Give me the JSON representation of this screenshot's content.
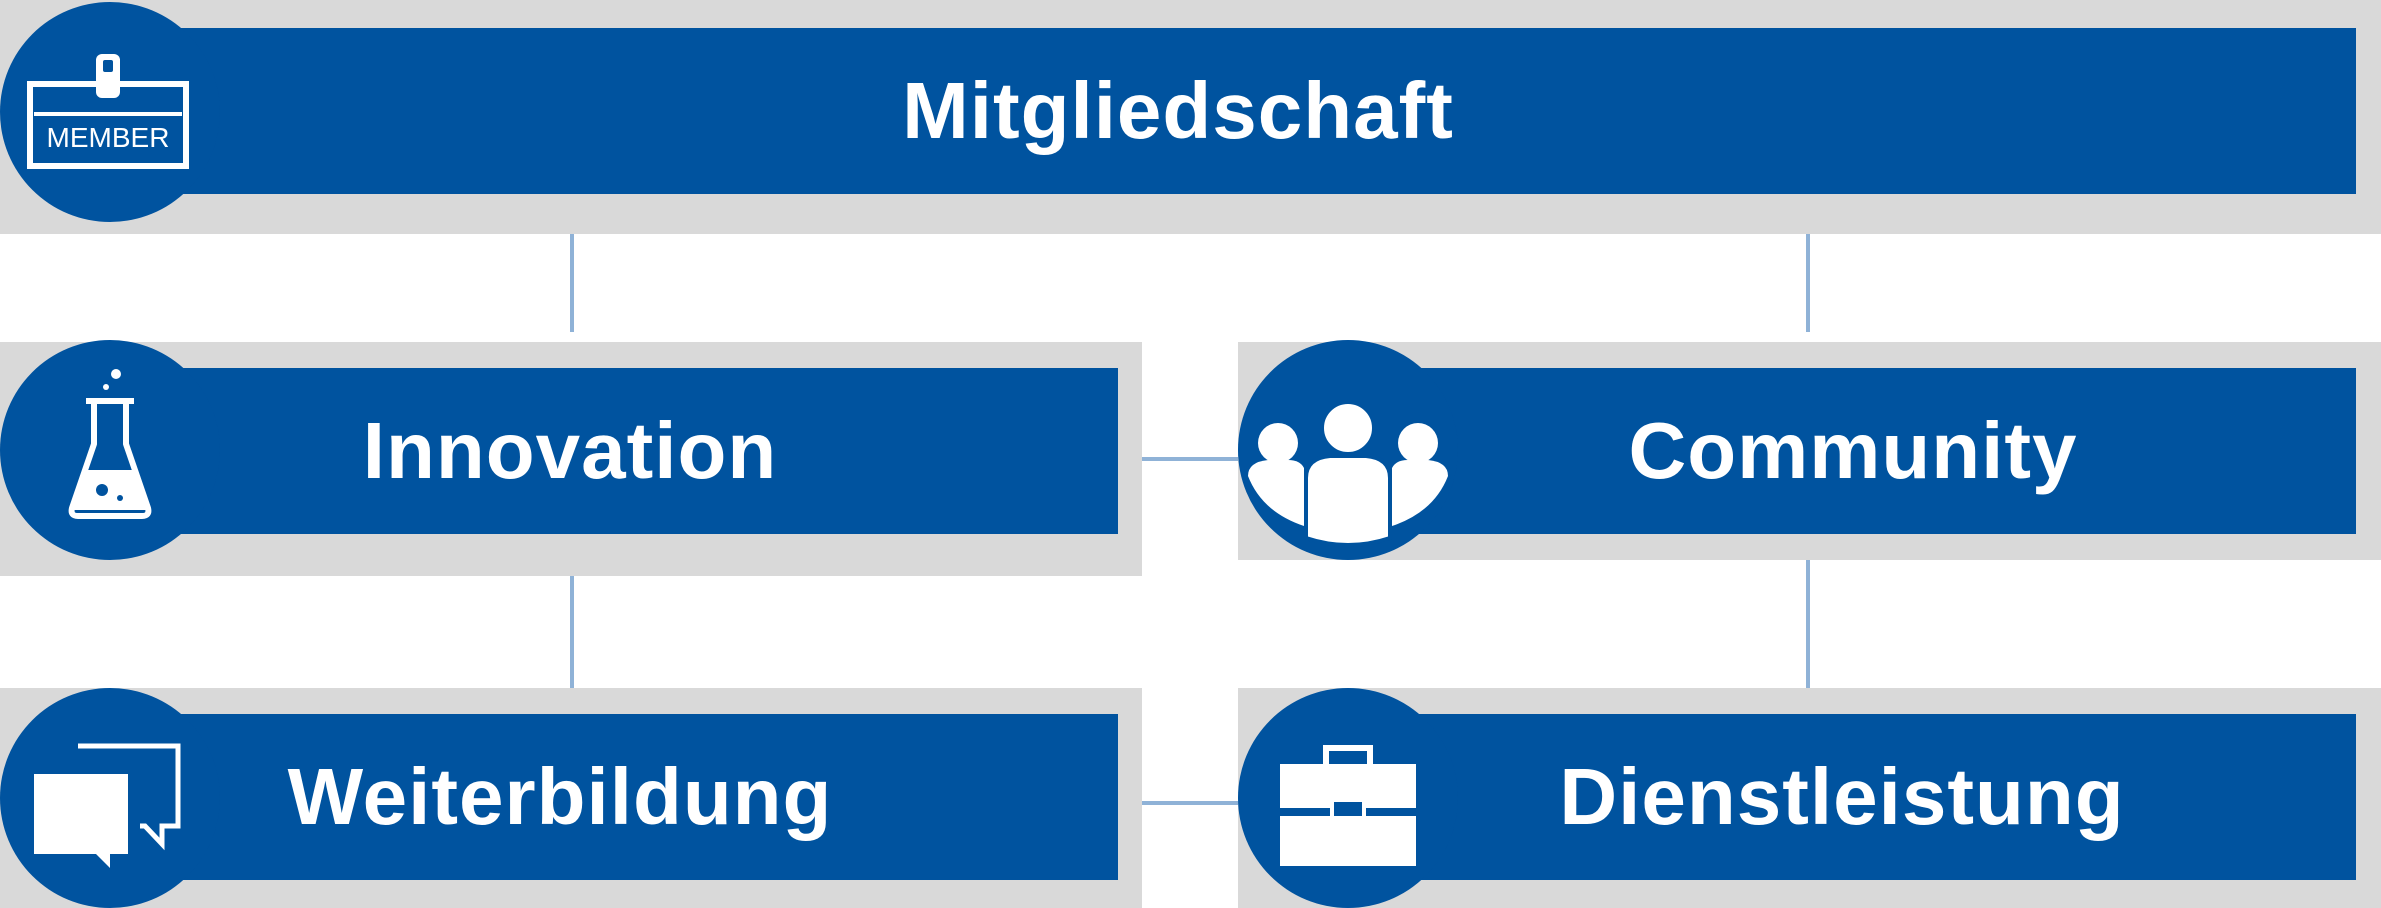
{
  "diagram": {
    "root": {
      "label": "Mitgliedschaft",
      "badge_text": "MEMBER",
      "icon": "member-badge-icon"
    },
    "nodes": [
      {
        "id": "innovation",
        "label": "Innovation",
        "icon": "flask-icon"
      },
      {
        "id": "community",
        "label": "Community",
        "icon": "people-group-icon"
      },
      {
        "id": "weiterbildung",
        "label": "Weiterbildung",
        "icon": "chat-bubbles-icon"
      },
      {
        "id": "dienstleistung",
        "label": "Dienstleistung",
        "icon": "briefcase-icon"
      }
    ],
    "colors": {
      "bar": "#00539f",
      "frame": "#d9d9d9",
      "connector": "#8fb2d7",
      "text": "#ffffff"
    }
  }
}
